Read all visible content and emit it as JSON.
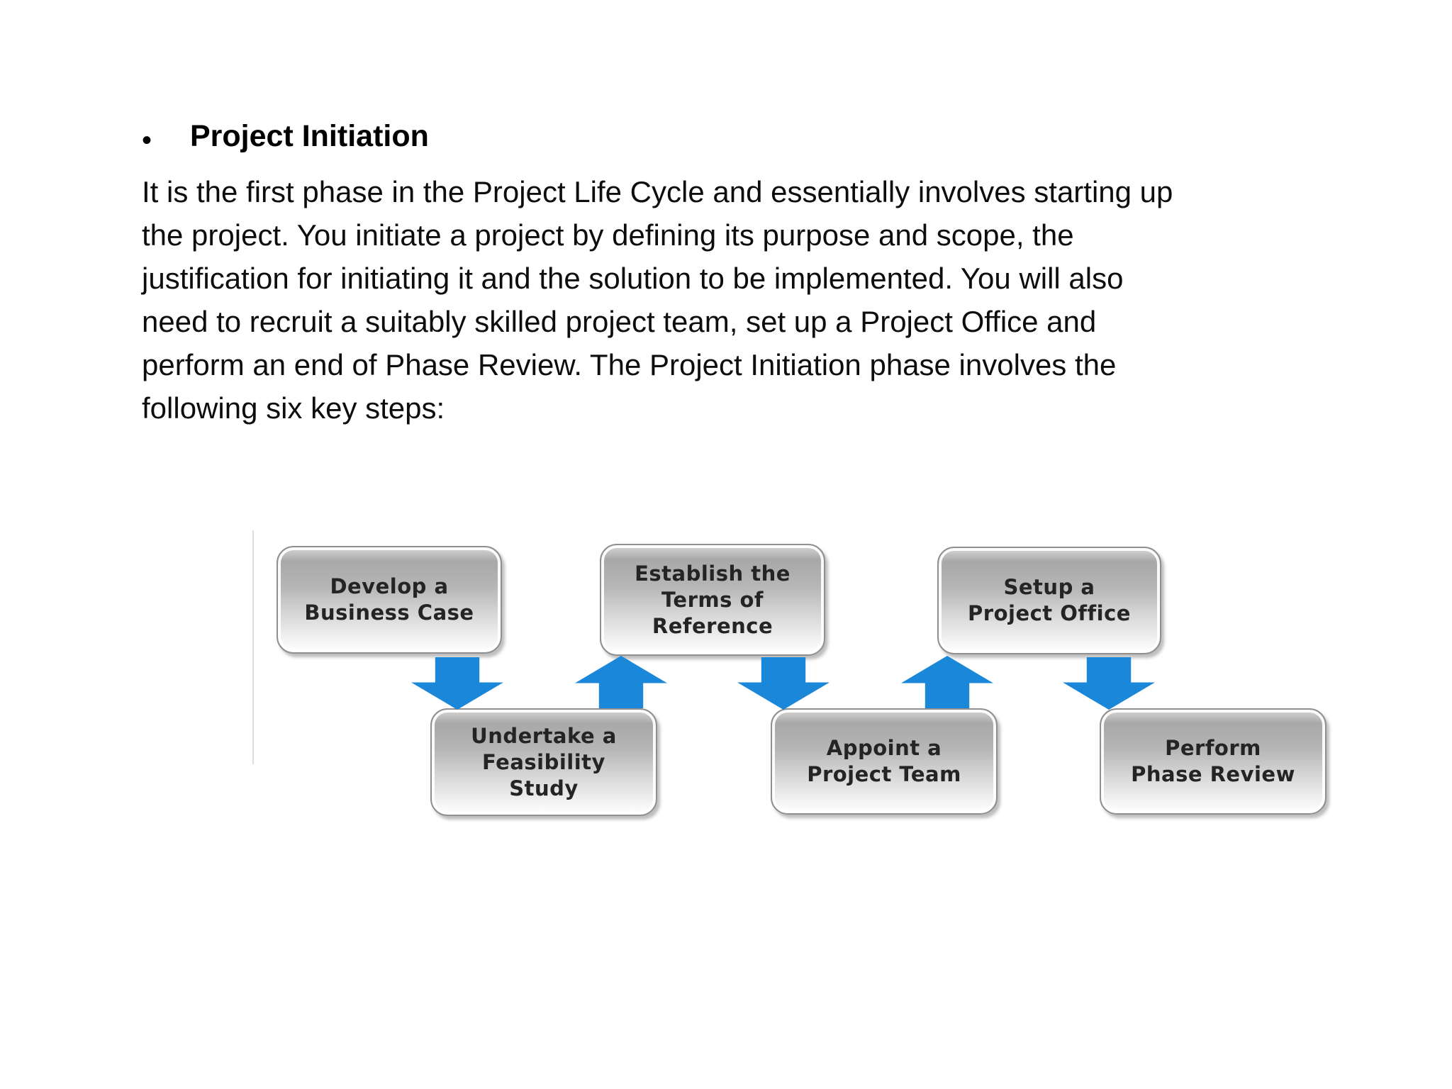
{
  "heading": {
    "bullet": "•",
    "title": "Project Initiation"
  },
  "paragraph": {
    "lines": [
      "It is the first phase in the Project Life Cycle and essentially involves starting up",
      "the project. You initiate a project by defining its purpose and scope, the",
      "justification for initiating it and the solution to be implemented. You will also",
      "need to recruit a suitably skilled project team, set up a Project Office and",
      "perform an end of Phase Review. The Project Initiation phase involves the",
      "following six key steps:"
    ]
  },
  "diagram": {
    "boxes": [
      {
        "id": "develop-business-case",
        "row": "top",
        "lines": [
          "Develop a",
          "Business Case"
        ]
      },
      {
        "id": "establish-terms",
        "row": "top",
        "lines": [
          "Establish the",
          "Terms of",
          "Reference"
        ]
      },
      {
        "id": "setup-project-office",
        "row": "top",
        "lines": [
          "Setup a",
          "Project Office"
        ]
      },
      {
        "id": "undertake-feasibility",
        "row": "bottom",
        "lines": [
          "Undertake a",
          "Feasibility",
          "Study"
        ]
      },
      {
        "id": "appoint-project-team",
        "row": "bottom",
        "lines": [
          "Appoint a",
          "Project Team"
        ]
      },
      {
        "id": "perform-phase-review",
        "row": "bottom",
        "lines": [
          "Perform",
          "Phase Review"
        ]
      }
    ],
    "arrows": [
      {
        "id": "arrow-1",
        "direction": "down",
        "from": "develop-business-case",
        "to": "undertake-feasibility"
      },
      {
        "id": "arrow-2",
        "direction": "up",
        "from": "undertake-feasibility",
        "to": "establish-terms"
      },
      {
        "id": "arrow-3",
        "direction": "down",
        "from": "establish-terms",
        "to": "appoint-project-team"
      },
      {
        "id": "arrow-4",
        "direction": "up",
        "from": "appoint-project-team",
        "to": "setup-project-office"
      },
      {
        "id": "arrow-5",
        "direction": "down",
        "from": "setup-project-office",
        "to": "perform-phase-review"
      }
    ],
    "colors": {
      "arrow_blue": "#1b87d8",
      "box_border": "#8f8f8f",
      "box_text": "#242424",
      "box_gradient_top": "#a8a8a8",
      "box_gradient_bottom": "#ffffff"
    }
  }
}
